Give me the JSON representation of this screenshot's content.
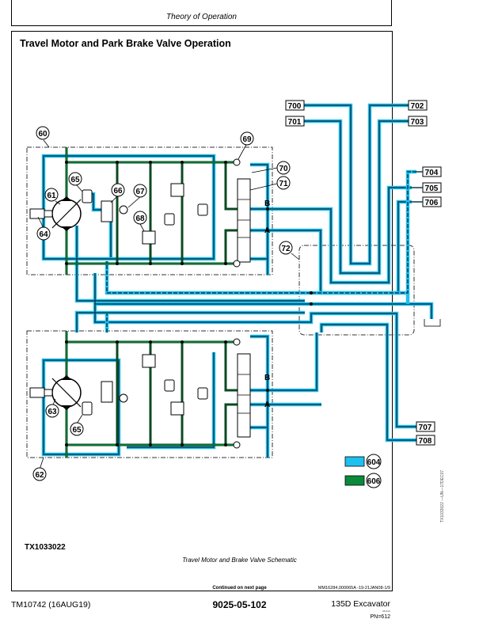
{
  "header": {
    "title": "Theory of Operation"
  },
  "section": {
    "title": "Travel Motor and Park Brake Valve Operation"
  },
  "diagram": {
    "callouts": [
      "60",
      "61",
      "64",
      "65",
      "66",
      "67",
      "68",
      "69",
      "70",
      "71",
      "72",
      "63",
      "65",
      "62"
    ],
    "callout_map": {
      "c60": "60",
      "c61": "61",
      "c64": "64",
      "c65a": "65",
      "c66": "66",
      "c67": "67",
      "c68": "68",
      "c69": "69",
      "c70": "70",
      "c71": "71",
      "c72": "72",
      "c63": "63",
      "c65b": "65",
      "c62": "62"
    },
    "line_labels": {
      "l700": "700",
      "l701": "701",
      "l702": "702",
      "l703": "703",
      "l704": "704",
      "l705": "705",
      "l706": "706",
      "l707": "707",
      "l708": "708"
    },
    "port_labels": {
      "b_top": "B",
      "a_top": "A",
      "b_bot": "B",
      "a_bot": "A"
    },
    "legend": [
      {
        "callout": "604",
        "color": "#1ec0f0"
      },
      {
        "callout": "606",
        "color": "#0a8a3c"
      }
    ],
    "colors": {
      "pressure_blue": "#1ec0f0",
      "line_dark": "#0b3b4e",
      "green": "#0a8a3c",
      "green_dark": "#0a4a22"
    }
  },
  "figure": {
    "id": "TX1033022",
    "caption": "Travel Motor and Brake Valve Schematic",
    "vertical_id": "TX1033022 —UN—17DEC07",
    "continued": "Continued on next page",
    "reference": "MM16284,000065A -19-21JAN08-1/9"
  },
  "footer": {
    "manual": "TM10742 (16AUG19)",
    "page": "9025-05-102",
    "model": "135D Excavator",
    "tiny": "081619",
    "pn": "PN=612"
  }
}
